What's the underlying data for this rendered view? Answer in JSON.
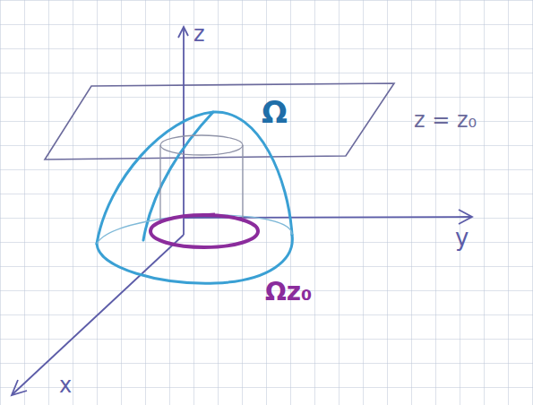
{
  "diagram": {
    "labels": [
      "z",
      "Ω",
      "z = z₀",
      "y",
      "Ωz₀",
      "x"
    ]
  }
}
